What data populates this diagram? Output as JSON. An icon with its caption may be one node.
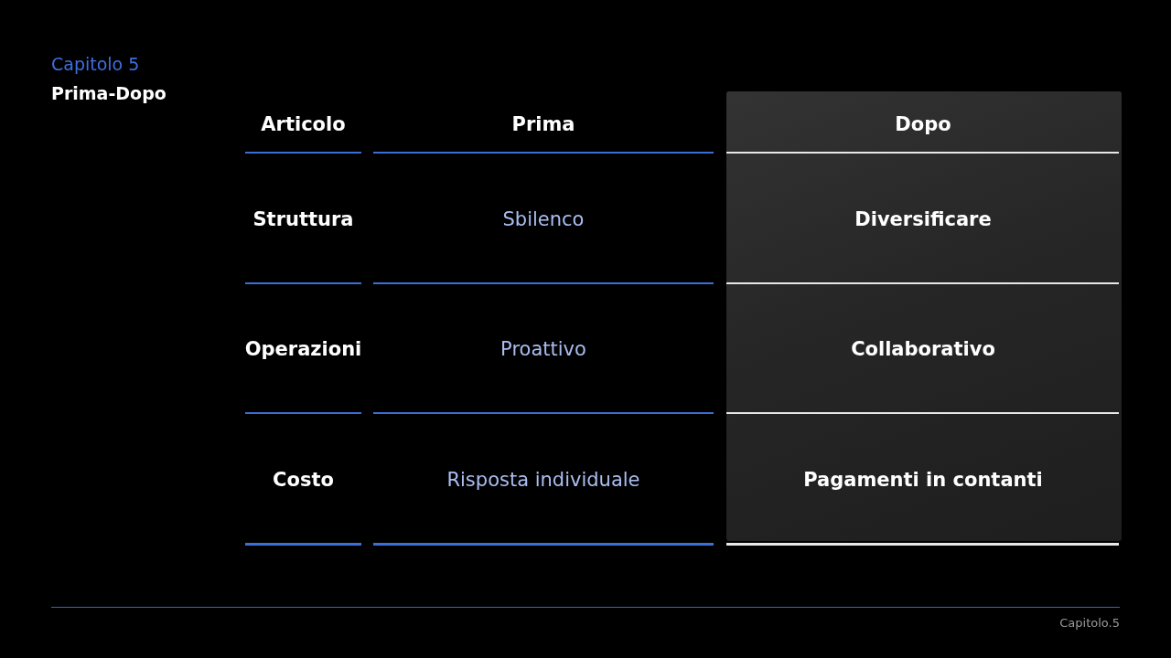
{
  "diagram": {
    "title": "Capitolo 5",
    "labels": [
      "Prima-Dopo",
      "Articolo",
      "Prima",
      "Dopo",
      "Struttura",
      "Sbilenco",
      "Diversificare",
      "Operazioni",
      "Proattivo",
      "Collaborativo",
      "Costo",
      "Risposta individuale",
      "Pagamenti in contanti",
      "Capitolo.5"
    ]
  }
}
